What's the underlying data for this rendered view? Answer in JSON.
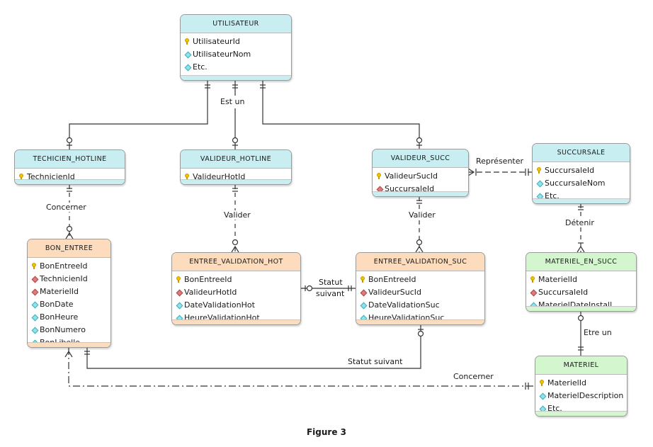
{
  "entities": {
    "utilisateur": {
      "title": "UTILISATEUR",
      "attrs": [
        "UtilisateurId",
        "UtilisateurNom",
        "Etc."
      ]
    },
    "technicien_hotline": {
      "title": "TECHICIEN_HOTLINE",
      "attrs": [
        "TechnicienId"
      ]
    },
    "valideur_hotline": {
      "title": "VALIDEUR_HOTLINE",
      "attrs": [
        "ValideurHotId"
      ]
    },
    "valideur_succ": {
      "title": "VALIDEUR_SUCC",
      "attrs": [
        "ValideurSucId",
        "SuccursaleId"
      ]
    },
    "succursale": {
      "title": "SUCCURSALE",
      "attrs": [
        "SuccursaleId",
        "SuccursaleNom",
        "Etc."
      ]
    },
    "bon_entree": {
      "title": "BON_ENTREE",
      "attrs": [
        "BonEntreeId",
        "TechnicienId",
        "MaterielId",
        "BonDate",
        "BonHeure",
        "BonNumero",
        "BonLibelle"
      ]
    },
    "entree_validation_hot": {
      "title": "ENTREE_VALIDATION_HOT",
      "attrs": [
        "BonEntreeId",
        "ValideurHotId",
        "DateValidationHot",
        "HeureValidationHot"
      ]
    },
    "entree_validation_suc": {
      "title": "ENTREE_VALIDATION_SUC",
      "attrs": [
        "BonEntreeId",
        "ValideurSucId",
        "DateValidationSuc",
        "HeureValidationSuc"
      ]
    },
    "materiel_en_succ": {
      "title": "MATERIEL_EN_SUCC",
      "attrs": [
        "MaterielId",
        "SuccursaleId",
        "MaterielDateInstall"
      ]
    },
    "materiel": {
      "title": "MATERIEL",
      "attrs": [
        "MaterielId",
        "MaterielDescription",
        "Etc."
      ]
    }
  },
  "relationships": {
    "est_un": "Est un",
    "representer": "Représenter",
    "concerner_tech": "Concerner",
    "valider_hot": "Valider",
    "valider_suc": "Valider",
    "detenir": "Détenir",
    "statut_suivant_line1": "Statut",
    "statut_suivant_line2": "suivant",
    "statut_suivant_bottom": "Statut suivant",
    "etre_un": "Etre un",
    "concerner_materiel": "Concerner"
  },
  "caption": "Figure 3",
  "colors": {
    "cyan_header": "#c8eef2",
    "orange_header": "#fddcbd",
    "green_header": "#d4f6cf",
    "line": "#333333"
  }
}
